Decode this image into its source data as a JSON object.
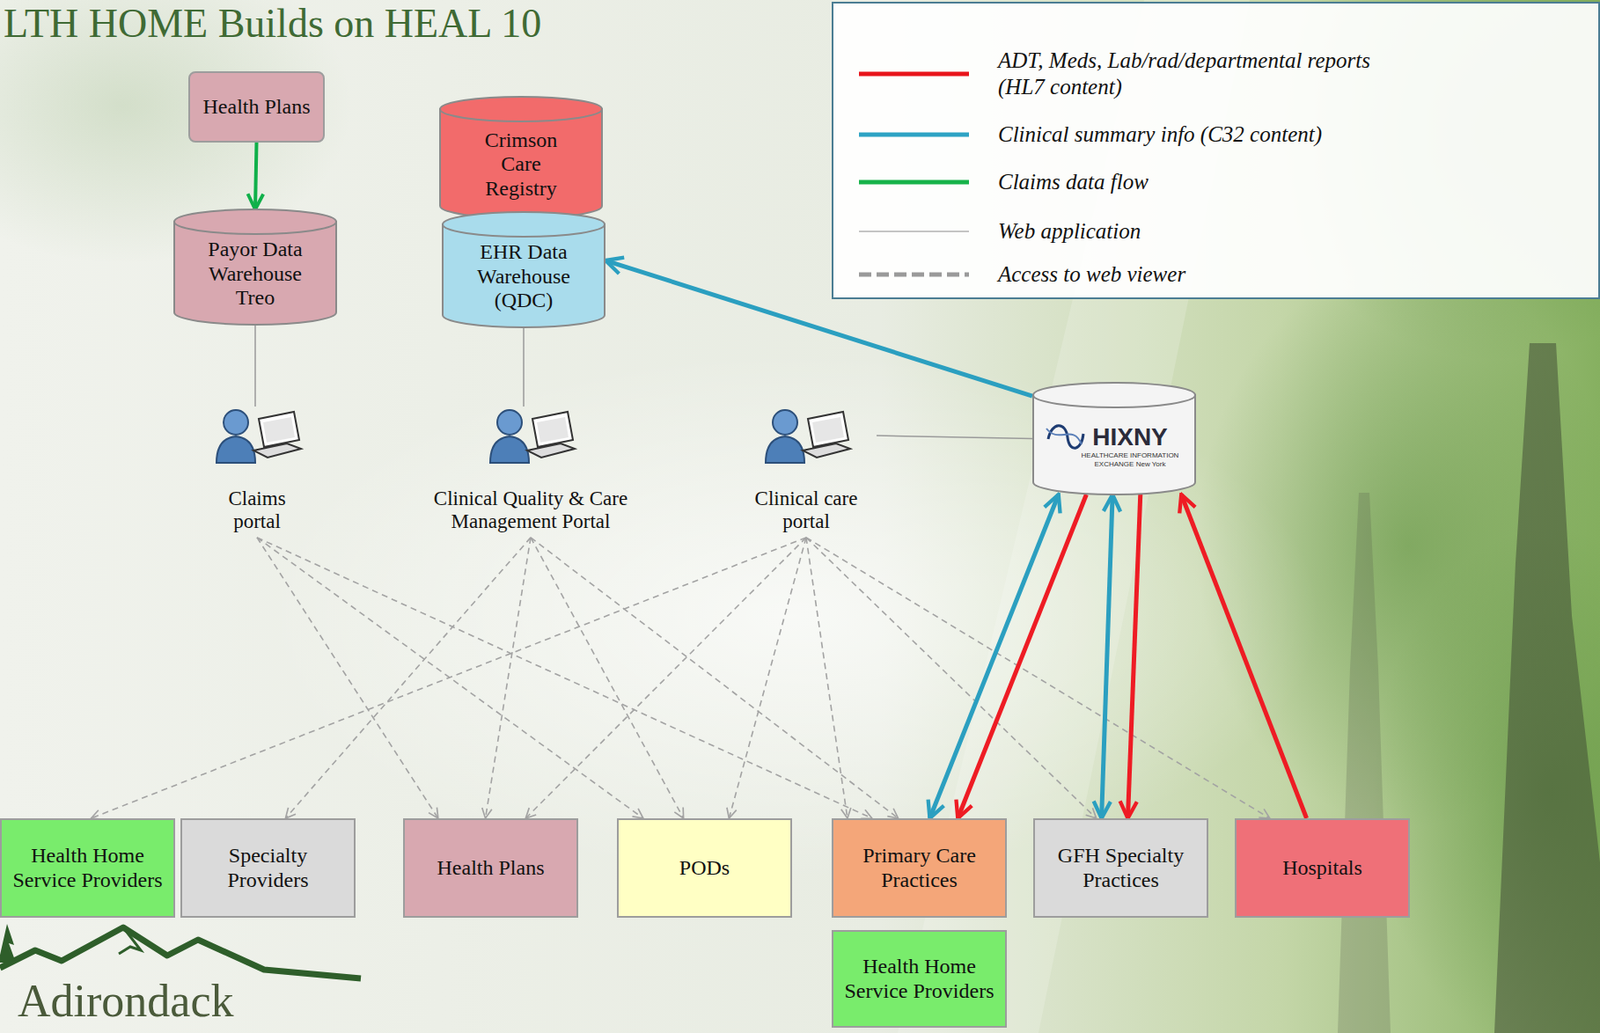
{
  "diagram": {
    "title": "LTH HOME Builds on HEAL 10",
    "nodes": [
      {
        "text": [
          "Health Plans"
        ]
      },
      {
        "text": [
          "Crimson Care Registry"
        ]
      },
      {
        "text": [
          "Payor Data Warehouse Treo"
        ]
      },
      {
        "text": [
          "EHR Data Warehouse (QDC)"
        ]
      },
      {
        "text": [
          "HIXNY",
          "HEALTHCARE INFORMATION EXCHANGE New York"
        ]
      },
      {
        "text": [
          "Claims portal"
        ]
      },
      {
        "text": [
          "Clinical Quality & Care Management Portal"
        ]
      },
      {
        "text": [
          "Clinical care portal"
        ]
      },
      {
        "text": [
          "Health Home Service Providers"
        ]
      },
      {
        "text": [
          "Specialty Providers"
        ]
      },
      {
        "text": [
          "Health Plans"
        ]
      },
      {
        "text": [
          "PODs"
        ]
      },
      {
        "text": [
          "Primary Care Practices"
        ]
      },
      {
        "text": [
          "GFH Specialty Practices"
        ]
      },
      {
        "text": [
          "Hospitals"
        ]
      },
      {
        "text": [
          "Health Home Service Providers"
        ]
      }
    ],
    "edges": [
      {
        "from": 0,
        "to": 2,
        "arrow": "to"
      },
      {
        "from": 2,
        "to": 5,
        "arrow": "none"
      },
      {
        "from": 3,
        "to": 6,
        "arrow": "none"
      },
      {
        "from": 4,
        "to": 3,
        "arrow": "to"
      },
      {
        "from": 7,
        "to": 4,
        "arrow": "none"
      },
      {
        "from": 5,
        "to": 10,
        "arrow": "to"
      },
      {
        "from": 5,
        "to": 11,
        "arrow": "to"
      },
      {
        "from": 5,
        "to": 12,
        "arrow": "to"
      },
      {
        "from": 6,
        "to": 9,
        "arrow": "to"
      },
      {
        "from": 6,
        "to": 10,
        "arrow": "to"
      },
      {
        "from": 6,
        "to": 11,
        "arrow": "to"
      },
      {
        "from": 6,
        "to": 12,
        "arrow": "to"
      },
      {
        "from": 7,
        "to": 8,
        "arrow": "to"
      },
      {
        "from": 7,
        "to": 10,
        "arrow": "to"
      },
      {
        "from": 7,
        "to": 11,
        "arrow": "to"
      },
      {
        "from": 7,
        "to": 12,
        "arrow": "to"
      },
      {
        "from": 7,
        "to": 13,
        "arrow": "to"
      },
      {
        "from": 7,
        "to": 14,
        "arrow": "to"
      },
      {
        "from": 4,
        "to": 12,
        "arrow": "both"
      },
      {
        "from": 4,
        "to": 12,
        "arrow": "to"
      },
      {
        "from": 4,
        "to": 13,
        "arrow": "both"
      },
      {
        "from": 4,
        "to": 13,
        "arrow": "to"
      },
      {
        "from": 14,
        "to": 4,
        "arrow": "to"
      }
    ],
    "labels": [
      "Adirondack"
    ],
    "legend": [
      {
        "text": "ADT, Meds, Lab/rad/departmental reports (HL7 content)"
      },
      {
        "text": "Clinical summary info (C32 content)"
      },
      {
        "text": "Claims data flow"
      },
      {
        "text": "Web application"
      },
      {
        "text": "Access to web viewer"
      }
    ]
  }
}
